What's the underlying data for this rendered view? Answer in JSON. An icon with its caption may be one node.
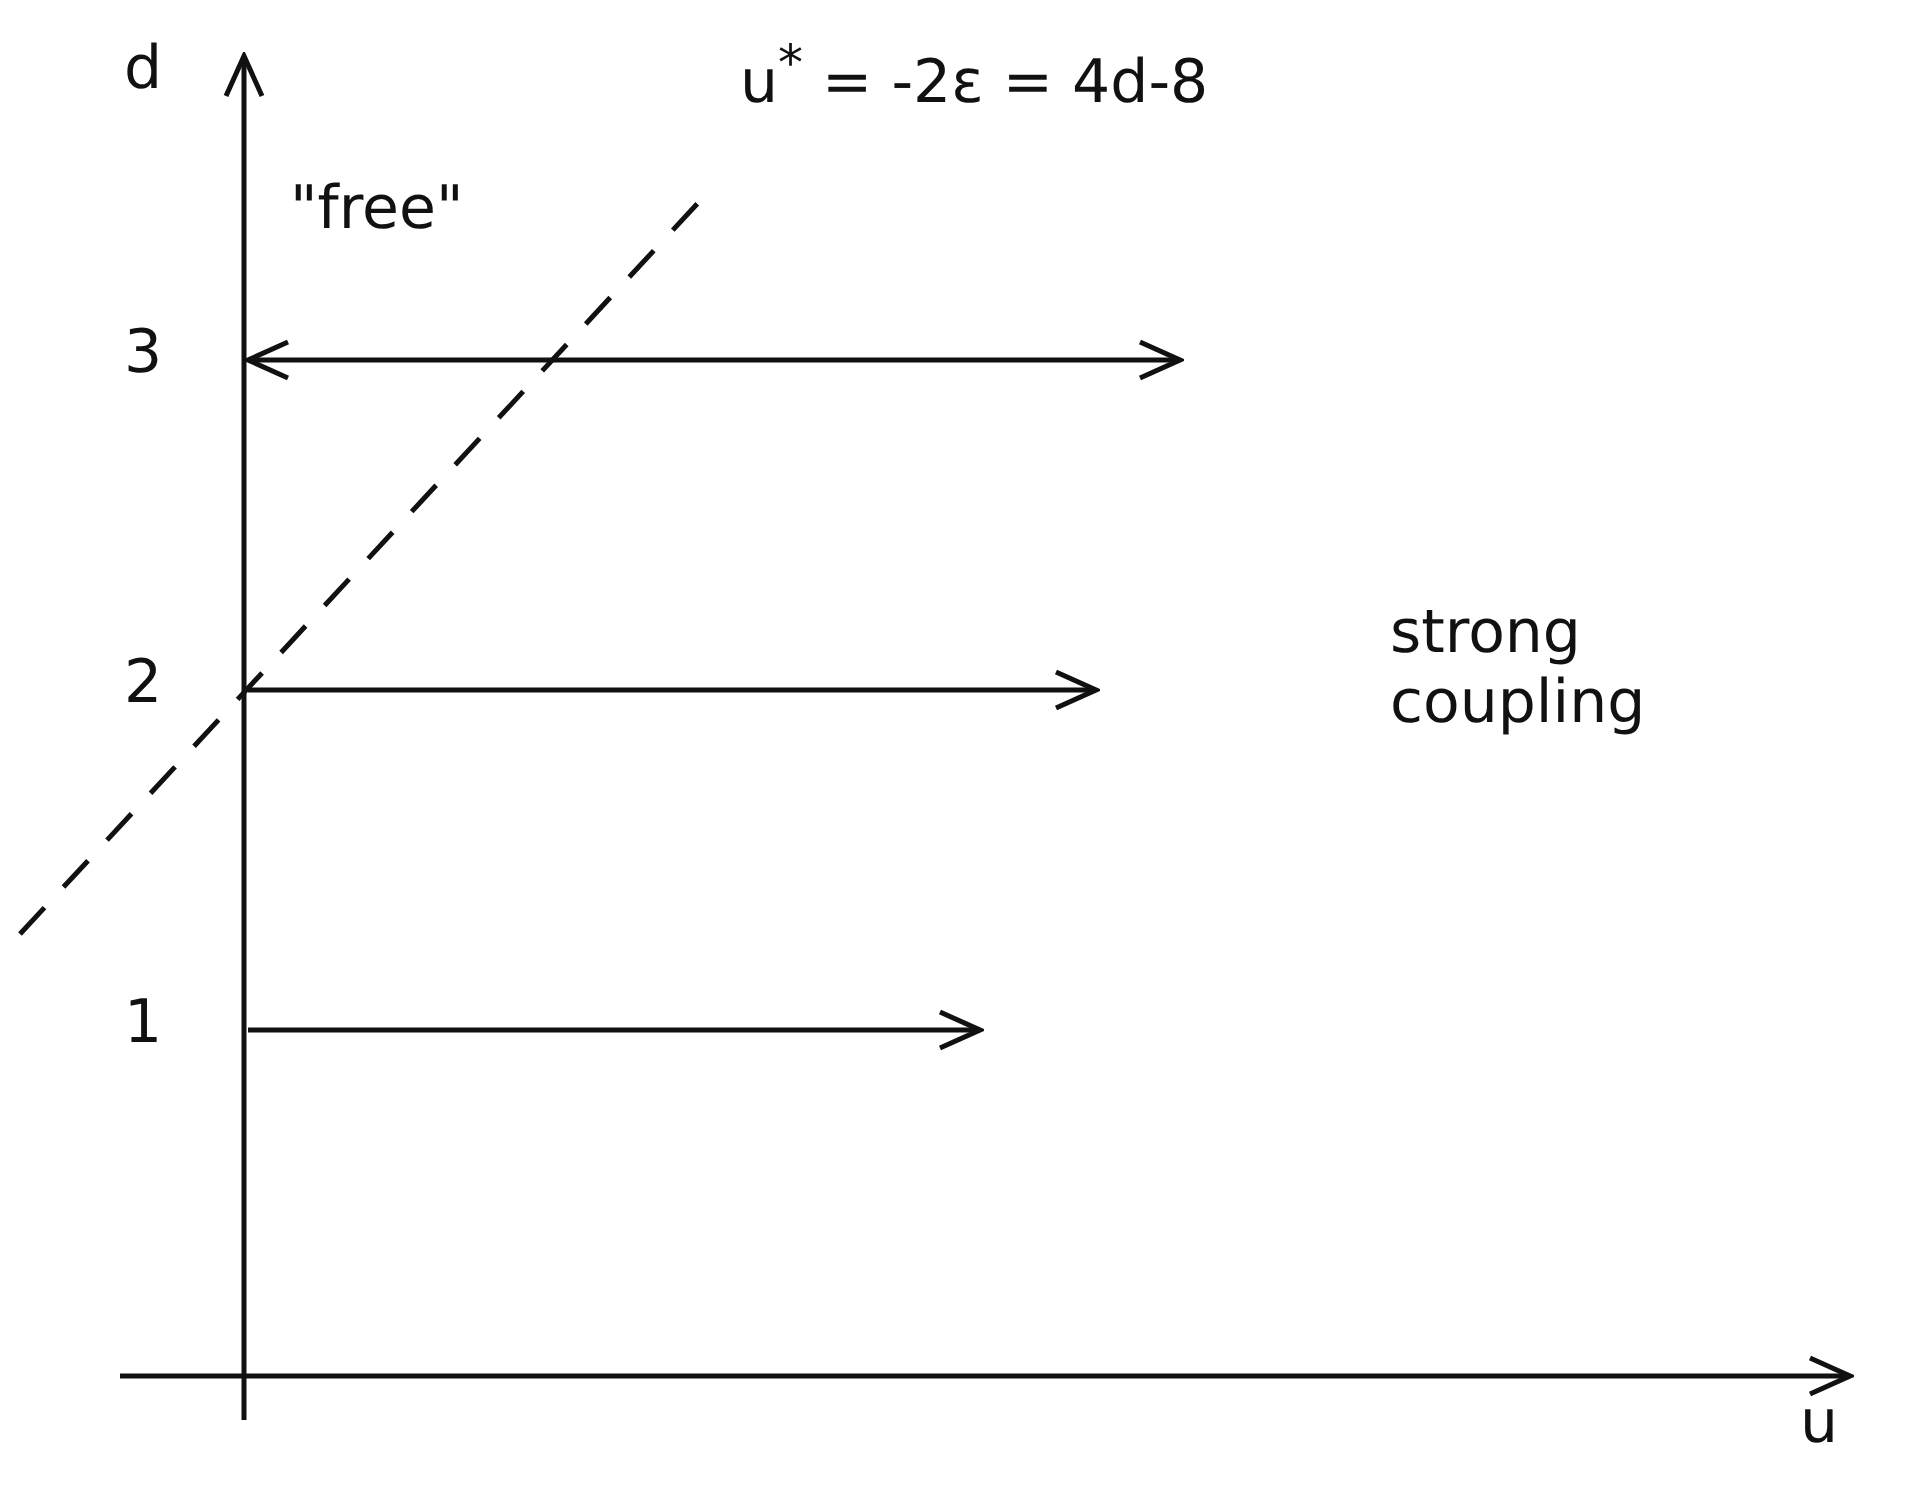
{
  "diagram": {
    "labels": [
      "d",
      "u$^{*}$ = -2ε = 4d-8",
      "\"free\"",
      "3",
      "2",
      "strong coupling",
      "1",
      "u"
    ]
  }
}
